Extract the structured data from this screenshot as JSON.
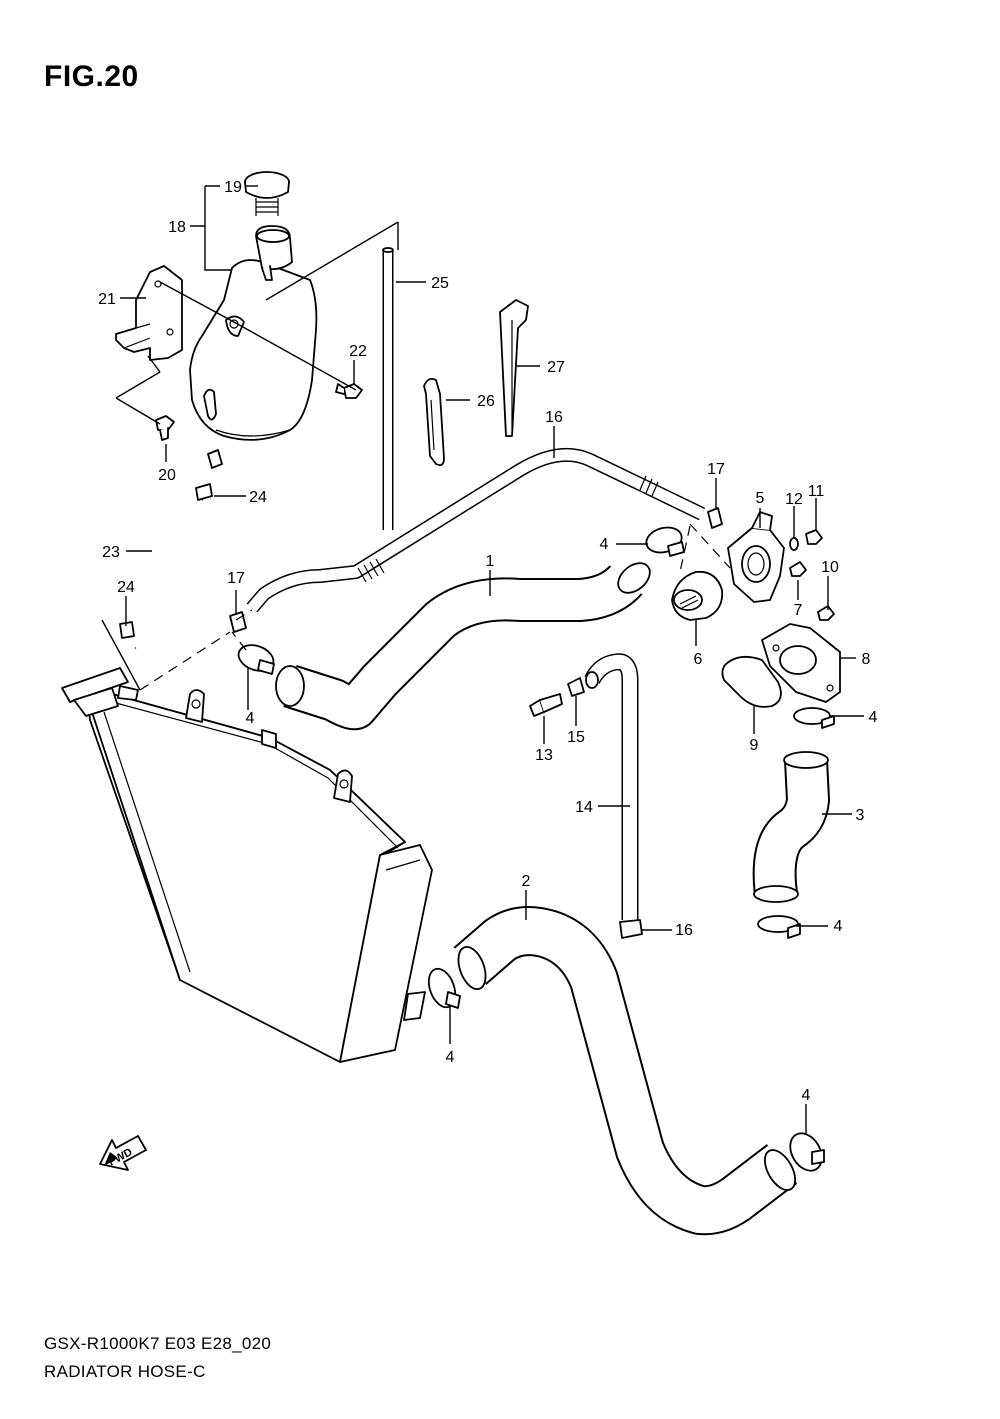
{
  "figure": {
    "title": "FIG.20"
  },
  "footer": {
    "model": "GSX-R1000K7 E03 E28_020",
    "name": "RADIATOR HOSE-C"
  },
  "direction_arrow": {
    "label": "FWD"
  },
  "callouts": {
    "c1": "1",
    "c2": "2",
    "c3": "3",
    "c4a": "4",
    "c4b": "4",
    "c4c": "4",
    "c4d": "4",
    "c4e": "4",
    "c4f": "4",
    "c5": "5",
    "c6": "6",
    "c7": "7",
    "c8": "8",
    "c9": "9",
    "c10": "10",
    "c11": "11",
    "c12": "12",
    "c13": "13",
    "c14": "14",
    "c15": "15",
    "c16a": "16",
    "c16b": "16",
    "c17a": "17",
    "c17b": "17",
    "c18": "18",
    "c19": "19",
    "c20": "20",
    "c21": "21",
    "c22": "22",
    "c23": "23",
    "c24a": "24",
    "c24b": "24",
    "c25": "25",
    "c26": "26",
    "c27": "27"
  }
}
